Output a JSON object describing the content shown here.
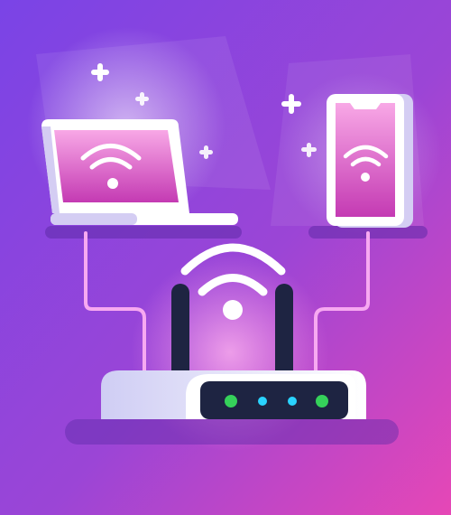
{
  "illustration": {
    "subject": "wifi-router-connecting-laptop-and-smartphone",
    "icons": [
      "wifi-icon",
      "laptop",
      "smartphone",
      "router",
      "sparkle-plus"
    ],
    "router_leds": [
      "#35d15a",
      "#2ad3ff",
      "#2ad3ff",
      "#35d15a"
    ],
    "colors": {
      "background_start": "#7f45e8",
      "background_end": "#e446b8",
      "cable": "#f7a7f0",
      "device_frame": "#ffffff",
      "screen_start": "#f59ae0",
      "screen_end": "#c93bb7",
      "antenna": "#1d2340",
      "router_panel": "#1d2340"
    }
  }
}
